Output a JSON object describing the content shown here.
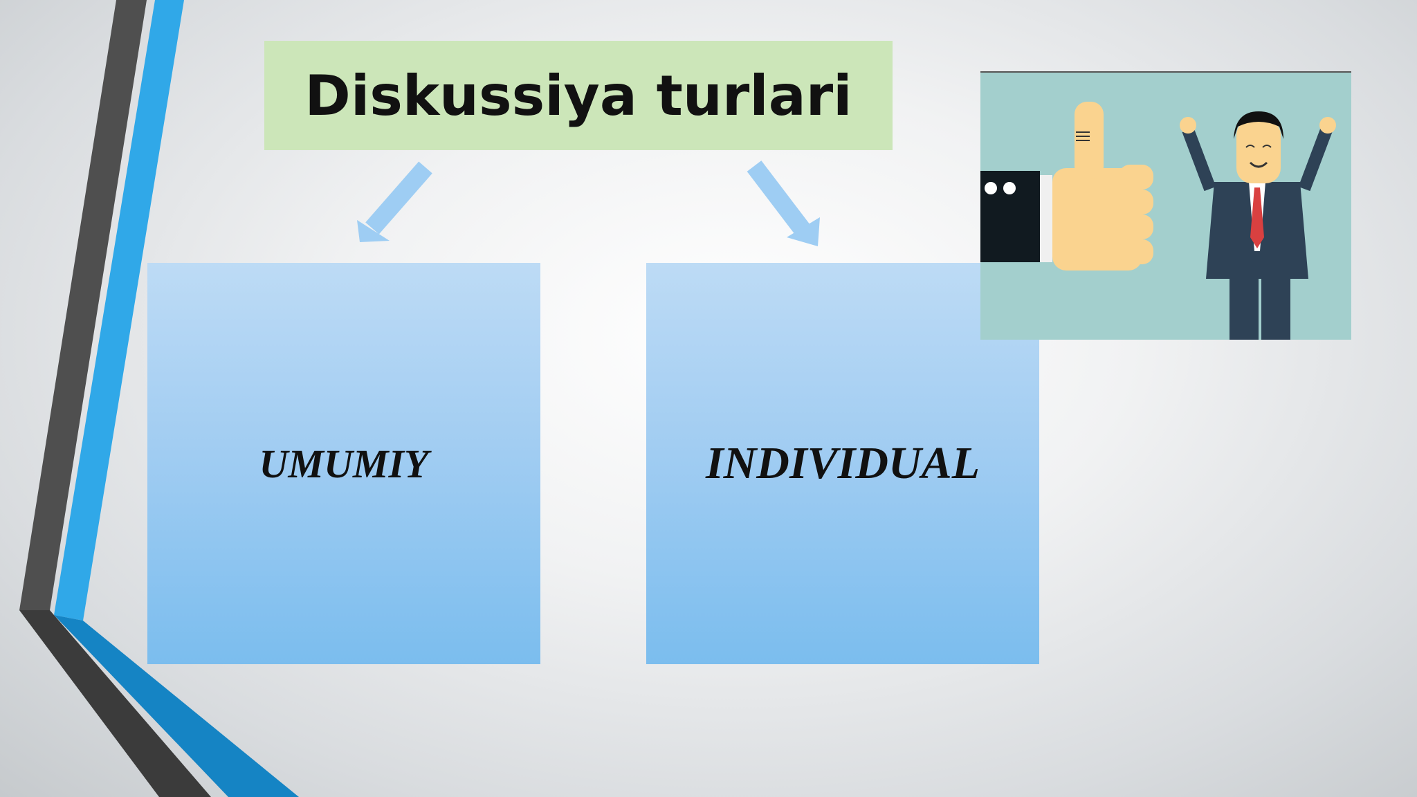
{
  "title": "Diskussiya turlari",
  "boxes": [
    {
      "label": "UMUMIY"
    },
    {
      "label": "INDIVIDUAL"
    }
  ],
  "colors": {
    "title_bg": "#cce6b9",
    "box_top": "#bddbf5",
    "box_bottom": "#7bbdee",
    "arrow": "#9ecdf3",
    "stripe_dark": "#4a4a4a",
    "stripe_blue": "#2ea7e8"
  },
  "illustration": {
    "icon": "thumbs-up-happy-businessman-illustration"
  }
}
